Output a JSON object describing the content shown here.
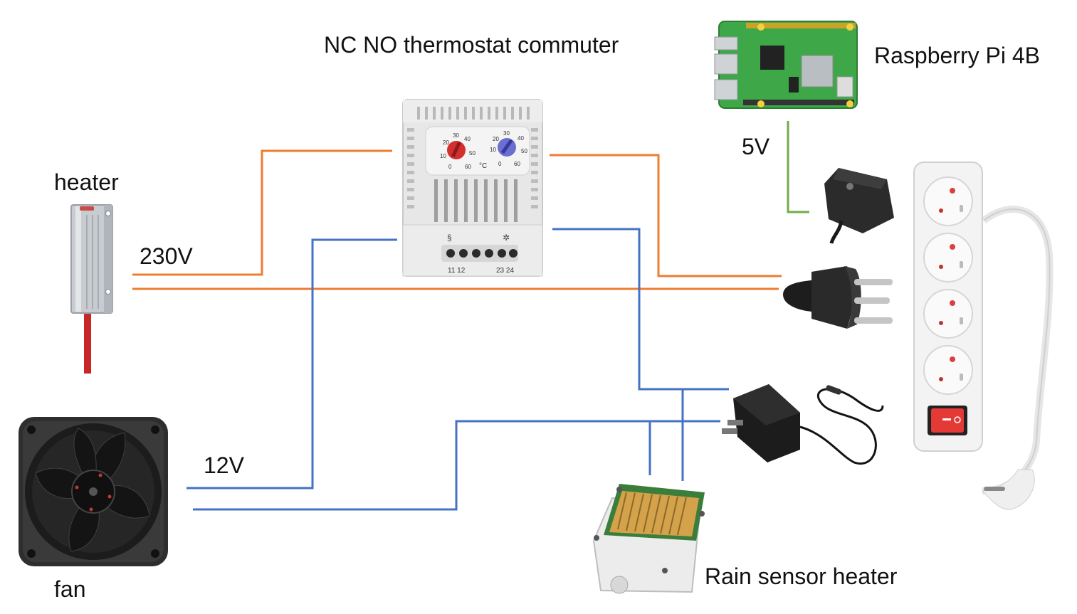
{
  "labels": {
    "thermostat": "NC NO thermostat commuter",
    "raspberry_pi": "Raspberry Pi 4B",
    "heater": "heater",
    "voltage_230": "230V",
    "voltage_5": "5V",
    "voltage_12": "12V",
    "fan": "fan",
    "rain_sensor_heater": "Rain sensor heater"
  },
  "thermostat_device": {
    "dial_left_ticks": [
      "20",
      "30",
      "40",
      "10",
      "50",
      "0",
      "60"
    ],
    "dial_right_ticks": [
      "20",
      "30",
      "40",
      "10",
      "50",
      "0",
      "60"
    ],
    "unit": "°C",
    "terminals_left": "11 12",
    "terminals_right": "23 24"
  },
  "colors": {
    "wire_230v": "#ed7d31",
    "wire_12v": "#4472c4",
    "wire_5v": "#70ad47",
    "pcb": "#4caf50",
    "thermostat_body": "#e6e6e6",
    "heater_dial": "#d32f2f",
    "fan_dial": "#5c6bc0",
    "power_strip": "#f2f2f2",
    "switch": "#e53935"
  },
  "icons": {
    "heater": "heater-icon",
    "fan": "fan-icon",
    "thermostat": "thermostat-icon",
    "raspberry_pi": "raspberry-pi-board-icon",
    "pi_power_supply": "pi-power-adapter-icon",
    "plug": "power-plug-icon",
    "adapter_12v": "ac-adapter-icon",
    "power_strip": "power-strip-icon",
    "rain_sensor": "rain-sensor-icon"
  }
}
